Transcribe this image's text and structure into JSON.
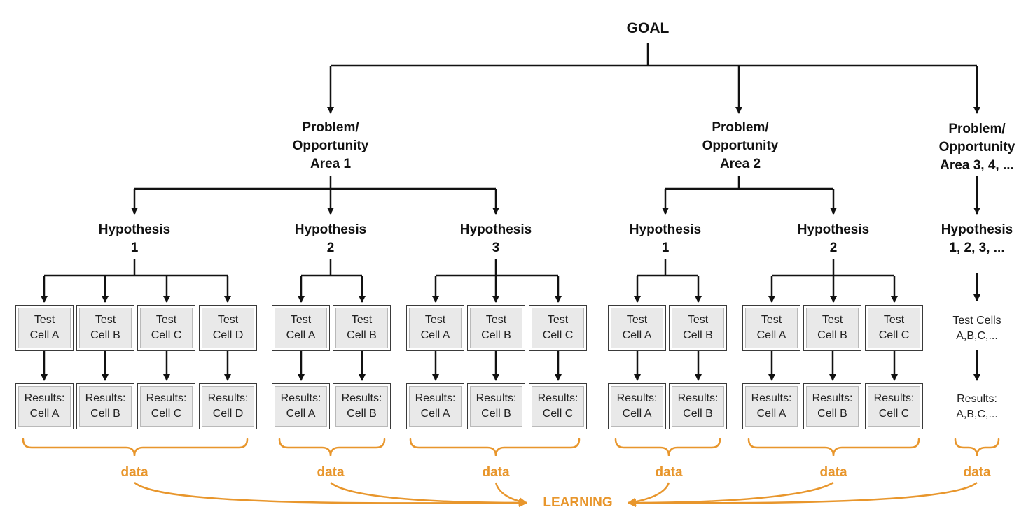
{
  "goal": "GOAL",
  "areas": [
    {
      "line1": "Problem/",
      "line2": "Opportunity",
      "line3": "Area 1"
    },
    {
      "line1": "Problem/",
      "line2": "Opportunity",
      "line3": "Area 2"
    },
    {
      "line1": "Problem/",
      "line2": "Opportunity",
      "line3": "Area 3, 4, ..."
    }
  ],
  "hypotheses": [
    {
      "line1": "Hypothesis",
      "line2": "1"
    },
    {
      "line1": "Hypothesis",
      "line2": "2"
    },
    {
      "line1": "Hypothesis",
      "line2": "3"
    },
    {
      "line1": "Hypothesis",
      "line2": "1"
    },
    {
      "line1": "Hypothesis",
      "line2": "2"
    },
    {
      "line1": "Hypothesis",
      "line2": "1, 2, 3, ..."
    }
  ],
  "tests": [
    {
      "line1": "Test",
      "line2": "Cell A"
    },
    {
      "line1": "Test",
      "line2": "Cell B"
    },
    {
      "line1": "Test",
      "line2": "Cell C"
    },
    {
      "line1": "Test",
      "line2": "Cell D"
    },
    {
      "line1": "Test",
      "line2": "Cell A"
    },
    {
      "line1": "Test",
      "line2": "Cell B"
    },
    {
      "line1": "Test",
      "line2": "Cell A"
    },
    {
      "line1": "Test",
      "line2": "Cell B"
    },
    {
      "line1": "Test",
      "line2": "Cell C"
    },
    {
      "line1": "Test",
      "line2": "Cell A"
    },
    {
      "line1": "Test",
      "line2": "Cell B"
    },
    {
      "line1": "Test",
      "line2": "Cell A"
    },
    {
      "line1": "Test",
      "line2": "Cell B"
    },
    {
      "line1": "Test",
      "line2": "Cell C"
    }
  ],
  "results": [
    {
      "line1": "Results:",
      "line2": "Cell A"
    },
    {
      "line1": "Results:",
      "line2": "Cell B"
    },
    {
      "line1": "Results:",
      "line2": "Cell C"
    },
    {
      "line1": "Results:",
      "line2": "Cell D"
    },
    {
      "line1": "Results:",
      "line2": "Cell A"
    },
    {
      "line1": "Results:",
      "line2": "Cell B"
    },
    {
      "line1": "Results:",
      "line2": "Cell A"
    },
    {
      "line1": "Results:",
      "line2": "Cell B"
    },
    {
      "line1": "Results:",
      "line2": "Cell C"
    },
    {
      "line1": "Results:",
      "line2": "Cell A"
    },
    {
      "line1": "Results:",
      "line2": "Cell B"
    },
    {
      "line1": "Results:",
      "line2": "Cell A"
    },
    {
      "line1": "Results:",
      "line2": "Cell B"
    },
    {
      "line1": "Results:",
      "line2": "Cell C"
    }
  ],
  "extra_tests": {
    "line1": "Test Cells",
    "line2": "A,B,C,..."
  },
  "extra_results": {
    "line1": "Results:",
    "line2": "A,B,C,..."
  },
  "data_label": "data",
  "learning": "LEARNING",
  "colors": {
    "line": "#111111",
    "accent": "#e8962c",
    "box_fill": "#e9e9e9",
    "text": "#222222"
  }
}
